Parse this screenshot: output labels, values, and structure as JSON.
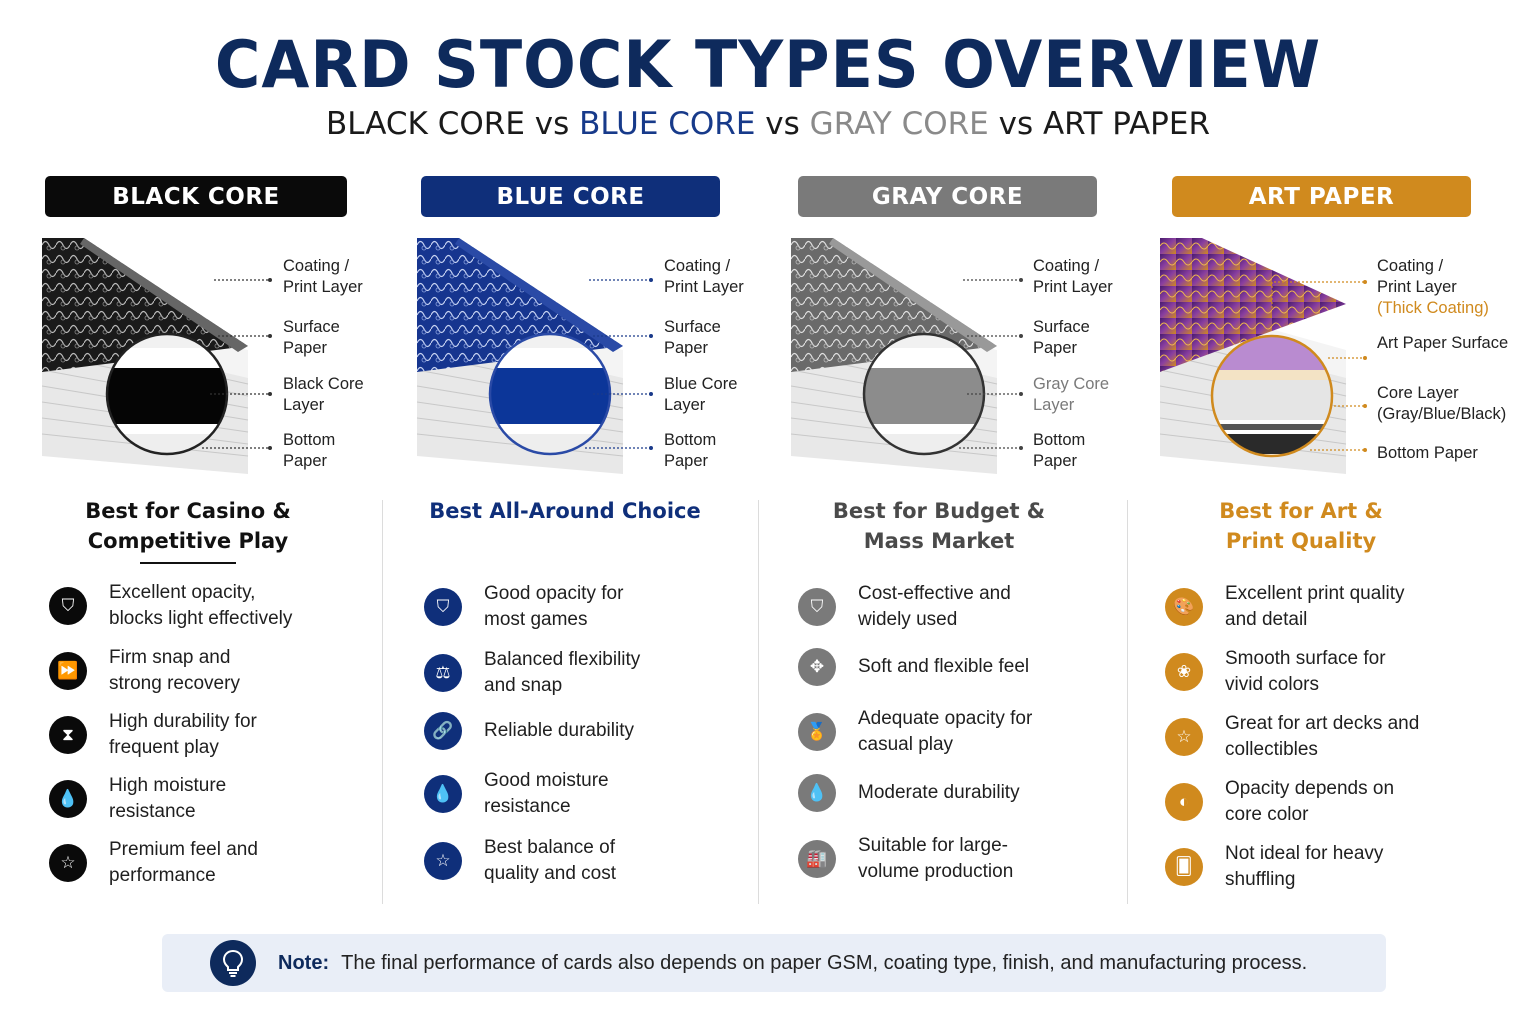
{
  "title": "CARD STOCK TYPES OVERVIEW",
  "subtitle": {
    "part1": "BLACK CORE",
    "vs1": " vs ",
    "part2": "BLUE CORE",
    "vs2": " vs ",
    "part3": "GRAY CORE",
    "vs3": " vs ",
    "part4": "ART PAPER"
  },
  "columns": [
    {
      "header": "BLACK CORE",
      "color": "#0a0a0a",
      "callouts": [
        {
          "line1": "Coating /",
          "line2": "Print Layer"
        },
        {
          "line1": "Surface",
          "line2": "Paper"
        },
        {
          "line1": "Black Core",
          "line2": "Layer"
        },
        {
          "line1": "Bottom",
          "line2": "Paper"
        }
      ],
      "best_for": {
        "line1": "Best for Casino &",
        "line2": "Competitive Play"
      },
      "features": [
        {
          "icon": "shield-icon",
          "line1": "Excellent opacity,",
          "line2": "blocks light effectively"
        },
        {
          "icon": "fast-forward-icon",
          "line1": "Firm snap and",
          "line2": "strong recovery"
        },
        {
          "icon": "hourglass-icon",
          "line1": "High durability for",
          "line2": "frequent play"
        },
        {
          "icon": "water-drop-icon",
          "line1": "High moisture",
          "line2": "resistance"
        },
        {
          "icon": "star-icon",
          "line1": "Premium feel and",
          "line2": "performance"
        }
      ]
    },
    {
      "header": "BLUE CORE",
      "color": "#0f2f7a",
      "callouts": [
        {
          "line1": "Coating /",
          "line2": "Print Layer"
        },
        {
          "line1": "Surface",
          "line2": "Paper"
        },
        {
          "line1": "Blue Core",
          "line2": "Layer"
        },
        {
          "line1": "Bottom",
          "line2": "Paper"
        }
      ],
      "best_for": {
        "line1": "Best All-Around Choice",
        "line2": ""
      },
      "features": [
        {
          "icon": "shield-icon",
          "line1": "Good opacity for",
          "line2": "most games"
        },
        {
          "icon": "balance-icon",
          "line1": "Balanced flexibility",
          "line2": "and snap"
        },
        {
          "icon": "link-icon",
          "line1": "Reliable durability",
          "line2": ""
        },
        {
          "icon": "water-drop-icon",
          "line1": "Good moisture",
          "line2": "resistance"
        },
        {
          "icon": "star-icon",
          "line1": "Best balance of",
          "line2": "quality and cost"
        }
      ]
    },
    {
      "header": "GRAY CORE",
      "color": "#7a7a7a",
      "callouts": [
        {
          "line1": "Coating /",
          "line2": "Print Layer"
        },
        {
          "line1": "Surface",
          "line2": "Paper"
        },
        {
          "line1": "Gray Core",
          "line2": "Layer"
        },
        {
          "line1": "Bottom",
          "line2": "Paper"
        }
      ],
      "best_for": {
        "line1": "Best for Budget &",
        "line2": "Mass Market"
      },
      "features": [
        {
          "icon": "shield-icon",
          "line1": "Cost-effective and",
          "line2": "widely used"
        },
        {
          "icon": "flex-icon",
          "line1": "Soft and flexible feel",
          "line2": ""
        },
        {
          "icon": "badge-icon",
          "line1": "Adequate opacity for",
          "line2": "casual play"
        },
        {
          "icon": "water-drop-icon",
          "line1": "Moderate durability",
          "line2": ""
        },
        {
          "icon": "factory-icon",
          "line1": "Suitable for large-",
          "line2": "volume production"
        }
      ]
    },
    {
      "header": "ART PAPER",
      "color": "#d08a1e",
      "callouts": [
        {
          "line1": "Coating /",
          "line2": "Print Layer",
          "line3": "(Thick Coating)"
        },
        {
          "line1": "Art Paper Surface",
          "line2": ""
        },
        {
          "line1": "Core Layer",
          "line2": "(Gray/Blue/Black)"
        },
        {
          "line1": "Bottom Paper",
          "line2": ""
        }
      ],
      "best_for": {
        "line1": "Best for Art &",
        "line2": "Print Quality"
      },
      "features": [
        {
          "icon": "palette-icon",
          "line1": "Excellent print quality",
          "line2": "and detail"
        },
        {
          "icon": "lotus-icon",
          "line1": "Smooth surface for",
          "line2": "vivid colors"
        },
        {
          "icon": "star-icon",
          "line1": "Great for art decks and",
          "line2": "collectibles"
        },
        {
          "icon": "contrast-icon",
          "line1": "Opacity depends on",
          "line2": "core color"
        },
        {
          "icon": "cards-icon",
          "line1": "Not ideal for heavy",
          "line2": "shuffling"
        }
      ]
    }
  ],
  "note": {
    "label": "Note:",
    "text": "The final performance of cards also depends on paper GSM, coating type, finish, and manufacturing process."
  }
}
